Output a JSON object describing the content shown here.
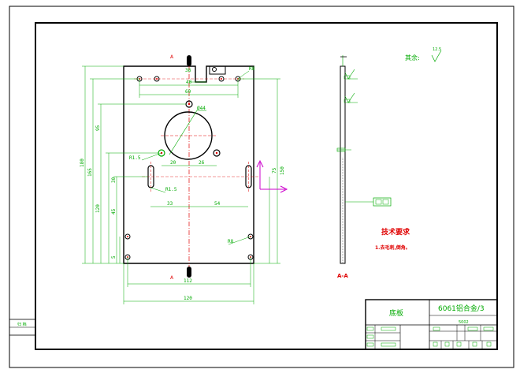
{
  "drawing": {
    "surface_roughness": "其余:",
    "roughness_value": "12.5",
    "section_label": "A-A",
    "section_marker_top": "A",
    "section_marker_bottom": "A",
    "hole_diameter_label": "Ø44",
    "tech_requirements_title": "技术要求",
    "tech_requirements_item": "1.去毛刺,倒角。",
    "dimensions": {
      "top_slot": "38",
      "top_holes_span": "60",
      "top_holes_inner": "40",
      "hole_spacing_left": "20",
      "hole_spacing_right": "26",
      "slot_radius_left": "R1.5",
      "slot_radius_lower": "R1.5",
      "center_left": "33",
      "center_right": "54",
      "hole_corner_label": "R8",
      "top_right_label": "R8",
      "overall_height": "180",
      "height_165": "165",
      "height_120": "120",
      "height_95": "95",
      "height_45": "45",
      "height_30": "30",
      "height_5": "5",
      "right_height": "150",
      "right_height_small": "75",
      "bottom_width_inner": "112",
      "bottom_width_outer": "120"
    },
    "title_block": {
      "part_name": "底板",
      "material": "6061铝合金/3",
      "drawing_number": "5002"
    },
    "left_margin_label": "归 档"
  },
  "colors": {
    "border": "#000000",
    "dimension": "#00aa00",
    "centerline": "#e00000",
    "datum": "#cc00cc"
  }
}
